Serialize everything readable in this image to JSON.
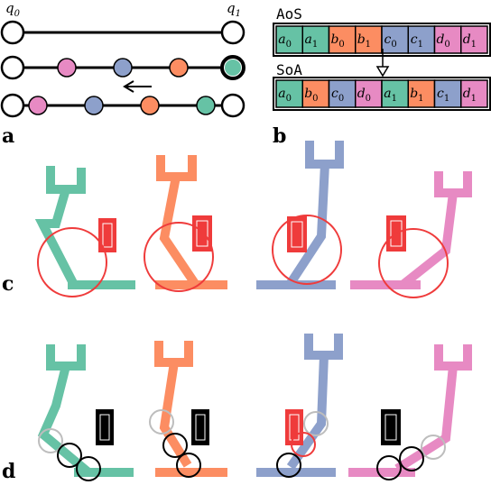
{
  "colors": {
    "a": "#66c2a5",
    "b": "#fc8d62",
    "c": "#8da0cb",
    "d": "#e78ac3",
    "alert": "#ef3b3b",
    "dark": "#000000",
    "ghost": "#bdbdbd"
  },
  "panels": {
    "a": "a",
    "b": "b",
    "c": "c",
    "d": "d"
  },
  "panel_a": {
    "q0": "q",
    "q0_sub": "0",
    "q1": "q",
    "q1_sub": "1"
  },
  "panel_b": {
    "aos_label": "AoS",
    "soa_label": "SoA",
    "aos_cells": [
      {
        "base": "a",
        "sub": "0",
        "group": "a"
      },
      {
        "base": "a",
        "sub": "1",
        "group": "a"
      },
      {
        "base": "b",
        "sub": "0",
        "group": "b"
      },
      {
        "base": "b",
        "sub": "1",
        "group": "b"
      },
      {
        "base": "c",
        "sub": "0",
        "group": "c"
      },
      {
        "base": "c",
        "sub": "1",
        "group": "c"
      },
      {
        "base": "d",
        "sub": "0",
        "group": "d"
      },
      {
        "base": "d",
        "sub": "1",
        "group": "d"
      }
    ],
    "soa_cells": [
      {
        "base": "a",
        "sub": "0",
        "group": "a"
      },
      {
        "base": "b",
        "sub": "0",
        "group": "b"
      },
      {
        "base": "c",
        "sub": "0",
        "group": "c"
      },
      {
        "base": "d",
        "sub": "0",
        "group": "d"
      },
      {
        "base": "a",
        "sub": "1",
        "group": "a"
      },
      {
        "base": "b",
        "sub": "1",
        "group": "b"
      },
      {
        "base": "c",
        "sub": "1",
        "group": "c"
      },
      {
        "base": "d",
        "sub": "1",
        "group": "d"
      }
    ]
  }
}
